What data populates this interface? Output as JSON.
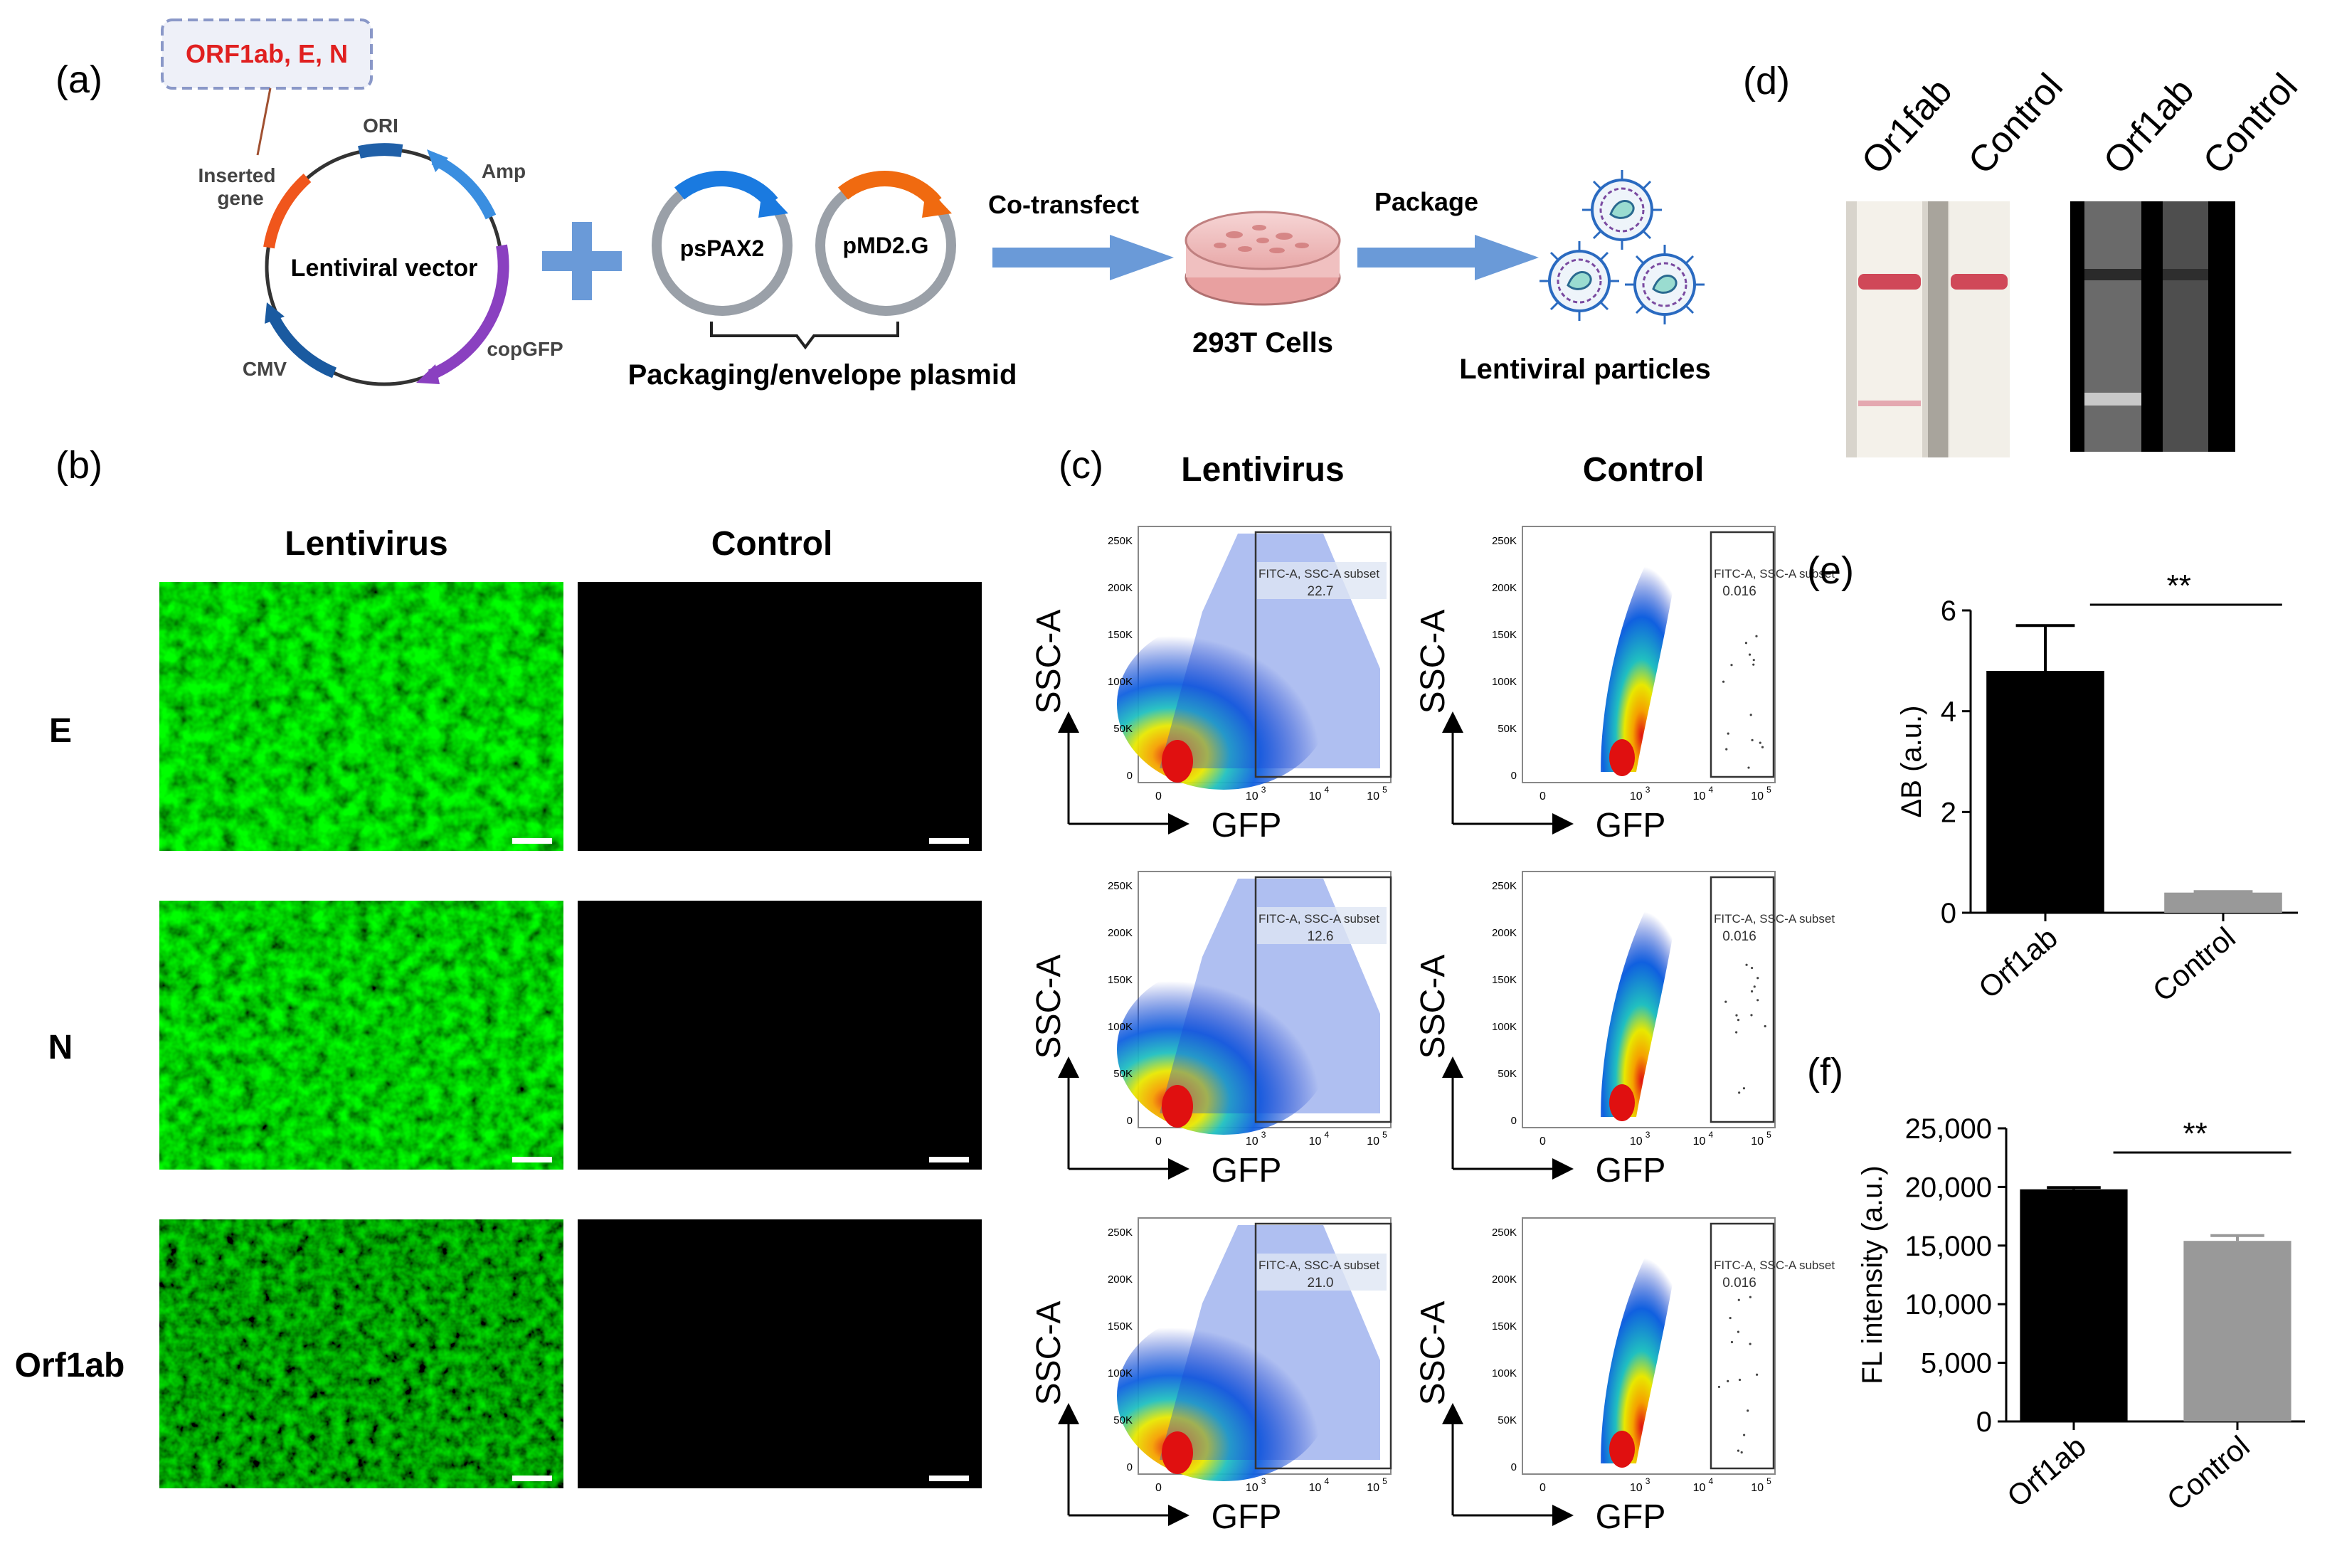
{
  "panel_a": {
    "label": "(a)",
    "inserted_box": "ORF1ab, E, N",
    "inserted_gene": [
      "Inserted",
      "gene"
    ],
    "vector_name": "Lentiviral vector",
    "ori": "ORI",
    "amp": "Amp",
    "copgfp": "copGFP",
    "cmv": "CMV",
    "plasmid1": "psPAX2",
    "plasmid2": "pMD2.G",
    "packaging_label": "Packaging/envelope plasmid",
    "cotransfect": "Co-transfect",
    "cells": "293T Cells",
    "package": "Package",
    "particles": "Lentiviral particles"
  },
  "panel_b": {
    "label": "(b)",
    "col_lenti": "Lentivirus",
    "col_control": "Control",
    "rows": [
      "E",
      "N",
      "Orf1ab"
    ]
  },
  "panel_c": {
    "label": "(c)",
    "col_lenti": "Lentivirus",
    "col_control": "Control",
    "y_axis": "SSC-A",
    "x_axis": "GFP",
    "gate_label": "FITC-A, SSC-A subset",
    "y_ticks": [
      "250K",
      "200K",
      "150K",
      "100K",
      "50K",
      "0"
    ],
    "x_ticks": [
      "0",
      "10",
      "10",
      "10"
    ],
    "x_tick_exp": [
      "",
      "3",
      "4",
      "5"
    ],
    "lenti_values": [
      "22.7",
      "12.6",
      "21.0"
    ],
    "control_values": [
      "0.016",
      "0.016",
      "0.016"
    ]
  },
  "panel_d": {
    "label": "(d)",
    "strip_labels": [
      "Or1fab",
      "Control"
    ],
    "fl_labels": [
      "Orf1ab",
      "Control"
    ]
  },
  "chart_data": [
    {
      "type": "bar",
      "panel": "(e)",
      "categories": [
        "Orf1ab",
        "Control"
      ],
      "values": [
        4.8,
        0.4
      ],
      "errors": [
        0.9,
        0.02
      ],
      "ylabel": "ΔB (a.u.)",
      "ylim": [
        0,
        6
      ],
      "yticks": [
        0,
        2,
        4,
        6
      ],
      "colors": [
        "#000000",
        "#999999"
      ],
      "significance": "**"
    },
    {
      "type": "bar",
      "panel": "(f)",
      "categories": [
        "Orf1ab",
        "Control"
      ],
      "values": [
        19800,
        15400
      ],
      "errors": [
        150,
        450
      ],
      "ylabel": "FL intensity (a.u.)",
      "ylim": [
        0,
        25000
      ],
      "yticks": [
        0,
        5000,
        10000,
        15000,
        20000,
        25000
      ],
      "ytick_labels": [
        "0",
        "5,000",
        "10,000",
        "15,000",
        "20,000",
        "25,000"
      ],
      "colors": [
        "#000000",
        "#999999"
      ],
      "significance": "**"
    }
  ]
}
